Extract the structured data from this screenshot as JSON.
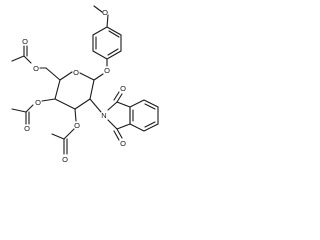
{
  "molecule": {
    "atom_labels": {
      "methoxy_o": "O",
      "aryl_ether_o": "O",
      "ring_o": "O",
      "acetyl1_o": "O",
      "acetyl1_carbonyl_o": "O",
      "acetyl2_o": "O",
      "acetyl2_carbonyl_o": "O",
      "acetyl3_o": "O",
      "acetyl3_carbonyl_o": "O",
      "phthalimide_n": "N",
      "imide_o_top": "O",
      "imide_o_bottom": "O"
    }
  }
}
